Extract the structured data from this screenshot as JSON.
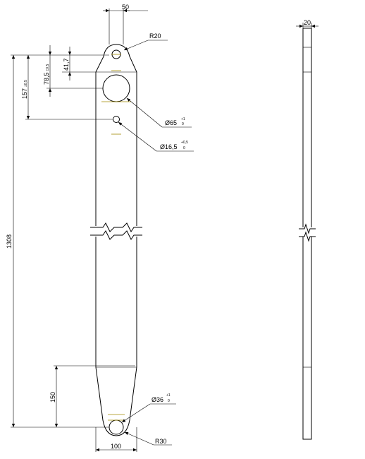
{
  "front_view": {
    "top_width": "50",
    "bottom_width": "100",
    "radius_top": "R20",
    "radius_bottom": "R30",
    "hole_large": {
      "symbol": "Ø",
      "value": "65",
      "tol_upper": "+1",
      "tol_lower": "0"
    },
    "hole_small": {
      "symbol": "Ø",
      "value": "16,5",
      "tol_upper": "+0,5",
      "tol_lower": "0"
    },
    "hole_bottom": {
      "symbol": "Ø",
      "value": "36",
      "tol_upper": "+1",
      "tol_lower": "0"
    },
    "dim_41_7": "41,7",
    "dim_78_5": "78,5",
    "dim_78_5_tol": "±0,5",
    "dim_157": "157",
    "dim_157_tol": "±0,5",
    "dim_1308": "1308",
    "dim_150": "150"
  },
  "side_view": {
    "thickness": "20"
  }
}
